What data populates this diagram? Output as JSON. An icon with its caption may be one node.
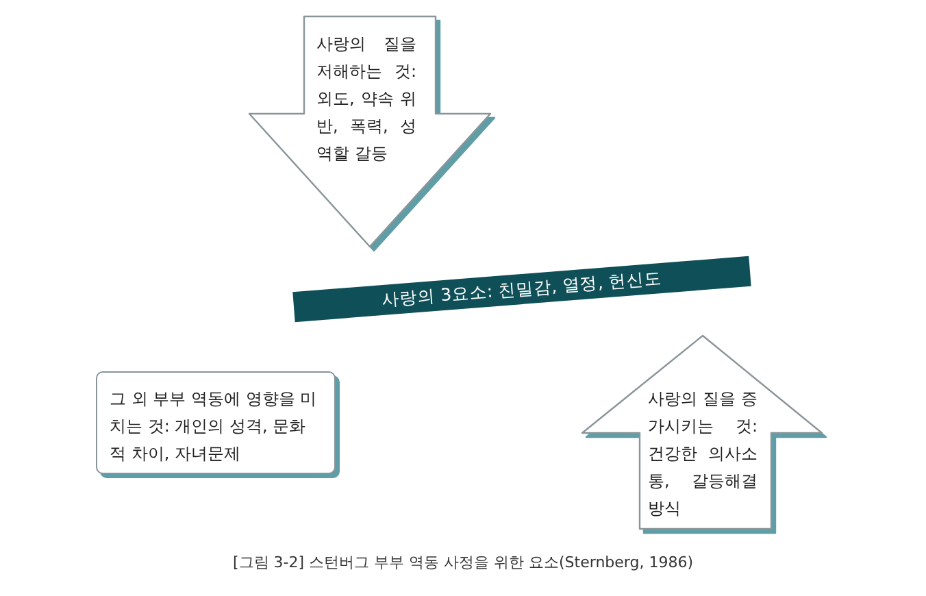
{
  "diagram": {
    "caption": "[그림 3-2] 스턴버그 부부 역동 사정을 위한 요소(Sternberg, 1986)",
    "nodes": [
      {
        "text": [
          "사랑의 질을 저해하는 것: 외도, 약속 위반, 폭력, 성역할 갈등"
        ]
      },
      {
        "text": [
          "사랑의 3요소: 친밀감, 열정, 헌신도"
        ]
      },
      {
        "text": [
          "그 외 부부 역동에 영향을 미치는 것: 개인의 성격, 문화적 차이, 자녀문제"
        ]
      },
      {
        "text": [
          "사랑의 질을 증가시키는 것: 건강한 의사소통, 갈등해결 방식"
        ]
      }
    ]
  }
}
